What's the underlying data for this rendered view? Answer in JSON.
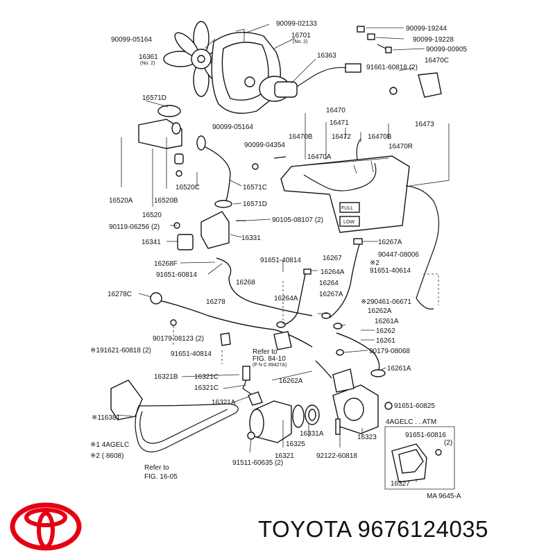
{
  "brand": {
    "name": "TOYOTA",
    "part_number": "9676124035",
    "logo_color": "#e60012"
  },
  "diagram": {
    "code": "MA  9645-A",
    "labels": [
      {
        "id": "p90099-02133",
        "text": "90099-02133"
      },
      {
        "id": "p16701",
        "text": "16701",
        "sub": "(No. 2)"
      },
      {
        "id": "p90099-05164a",
        "text": "90099-05164"
      },
      {
        "id": "p16361",
        "text": "16361",
        "sub": "(No. 2)"
      },
      {
        "id": "p16363",
        "text": "16363"
      },
      {
        "id": "p90099-19244",
        "text": "90099-19244"
      },
      {
        "id": "p90099-19228",
        "text": "90099-19228"
      },
      {
        "id": "p90099-00905",
        "text": "90099-00905"
      },
      {
        "id": "p91661-60818",
        "text": "91661-60818 (2)"
      },
      {
        "id": "p16470C",
        "text": "16470C"
      },
      {
        "id": "p16571D",
        "text": "16571D"
      },
      {
        "id": "p16470",
        "text": "16470"
      },
      {
        "id": "p16471",
        "text": "16471"
      },
      {
        "id": "p16473",
        "text": "16473"
      },
      {
        "id": "p90099-05164b",
        "text": "90099-05164"
      },
      {
        "id": "p16470B-1",
        "text": "16470B"
      },
      {
        "id": "p16472",
        "text": "16472"
      },
      {
        "id": "p16470B-2",
        "text": "16470B"
      },
      {
        "id": "p90099-04354",
        "text": "90099-04354"
      },
      {
        "id": "p16470A",
        "text": "16470A"
      },
      {
        "id": "p16470R",
        "text": "16470R"
      },
      {
        "id": "p16520C",
        "text": "16520C"
      },
      {
        "id": "p16571C",
        "text": "16571C"
      },
      {
        "id": "p16520A",
        "text": "16520A"
      },
      {
        "id": "p16520B",
        "text": "16520B"
      },
      {
        "id": "p16520",
        "text": "16520"
      },
      {
        "id": "p16571Dlow",
        "text": "16571D"
      },
      {
        "id": "p90119-06256",
        "text": "90119-06256 (2)"
      },
      {
        "id": "p90105-08107",
        "text": "90105-08107 (2)"
      },
      {
        "id": "p16341",
        "text": "16341"
      },
      {
        "id": "p16331",
        "text": "16331"
      },
      {
        "id": "p16267A-1",
        "text": "16267A"
      },
      {
        "id": "p16267",
        "text": "16267"
      },
      {
        "id": "p90447-08006",
        "text": "90447-08006"
      },
      {
        "id": "p2note",
        "text": "※2"
      },
      {
        "id": "p91651-40614",
        "text": "91651-40614"
      },
      {
        "id": "p16268F",
        "text": "16268F"
      },
      {
        "id": "p91651-40814a",
        "text": "91651-40814"
      },
      {
        "id": "p16264A-1",
        "text": "16264A"
      },
      {
        "id": "p91651-60814",
        "text": "91651-60814"
      },
      {
        "id": "p16268",
        "text": "16268"
      },
      {
        "id": "p16264",
        "text": "16264"
      },
      {
        "id": "p16278C",
        "text": "16278C"
      },
      {
        "id": "p16264A-2",
        "text": "16264A"
      },
      {
        "id": "p16267A-2",
        "text": "16267A"
      },
      {
        "id": "p90461-06671",
        "text": "※290461-06671"
      },
      {
        "id": "p16278",
        "text": "16278"
      },
      {
        "id": "p16262A-1",
        "text": "16262A"
      },
      {
        "id": "p16261A-1",
        "text": "16261A"
      },
      {
        "id": "p16262",
        "text": "16262"
      },
      {
        "id": "p90179-08123",
        "text": "90179-08123 (2)"
      },
      {
        "id": "p16261",
        "text": "16261"
      },
      {
        "id": "p91621-60818",
        "text": "※191621-60818 (2)"
      },
      {
        "id": "p91651-40814b",
        "text": "91651-40814"
      },
      {
        "id": "prefer1",
        "text": "Refer to"
      },
      {
        "id": "prefer2",
        "text": "FIG. 84-10"
      },
      {
        "id": "prefer3",
        "text": "(P N C  89427A)"
      },
      {
        "id": "p90179-08068",
        "text": "90179-08068"
      },
      {
        "id": "p16321B",
        "text": "16321B"
      },
      {
        "id": "p16321C-1",
        "text": "16321C"
      },
      {
        "id": "p16262A-2",
        "text": "16262A"
      },
      {
        "id": "p16261A-2",
        "text": "16261A"
      },
      {
        "id": "p16321C-2",
        "text": "16321C"
      },
      {
        "id": "p16321A",
        "text": "16321A"
      },
      {
        "id": "p91651-60825",
        "text": "91651-60825"
      },
      {
        "id": "p16381",
        "text": "※116381"
      },
      {
        "id": "p4agelc-atm",
        "text": "4AGELC . . ATM"
      },
      {
        "id": "p91651-60816",
        "text": "91651-60816"
      },
      {
        "id": "p91651-60816-q",
        "text": "(2)"
      },
      {
        "id": "p16325",
        "text": "16325"
      },
      {
        "id": "p16331A",
        "text": "16331A"
      },
      {
        "id": "p16323",
        "text": "16323"
      },
      {
        "id": "pnote1",
        "text": "※1 4AGELC"
      },
      {
        "id": "pnote2",
        "text": "※2 (           8608)"
      },
      {
        "id": "p16321",
        "text": "16321"
      },
      {
        "id": "p92122-60818",
        "text": "92122-60818"
      },
      {
        "id": "prefer4",
        "text": "Refer to"
      },
      {
        "id": "prefer5",
        "text": "FIG. 16-05"
      },
      {
        "id": "p91511-60635",
        "text": "91511-60635 (2)"
      },
      {
        "id": "p16327",
        "text": "16327"
      },
      {
        "id": "pfull",
        "text": "FULL"
      },
      {
        "id": "plow",
        "text": "LOW"
      }
    ]
  }
}
